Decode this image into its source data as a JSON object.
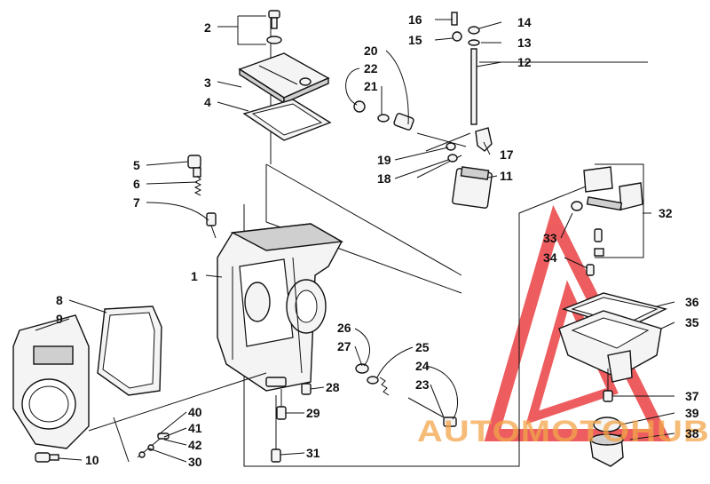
{
  "diagram": {
    "callouts": [
      "1",
      "2",
      "3",
      "4",
      "5",
      "6",
      "7",
      "8",
      "9",
      "10",
      "11",
      "12",
      "13",
      "14",
      "15",
      "16",
      "17",
      "18",
      "19",
      "20",
      "21",
      "22",
      "23",
      "24",
      "25",
      "26",
      "27",
      "28",
      "29",
      "30",
      "31",
      "32",
      "33",
      "34",
      "35",
      "36",
      "37",
      "38",
      "39",
      "40",
      "41",
      "42"
    ]
  },
  "watermark": {
    "text": "AUTOMOTOHUB",
    "text_color_1": "#f2a54a",
    "text_color_2": "#e03a2a",
    "logo_color": "#e8282a"
  }
}
